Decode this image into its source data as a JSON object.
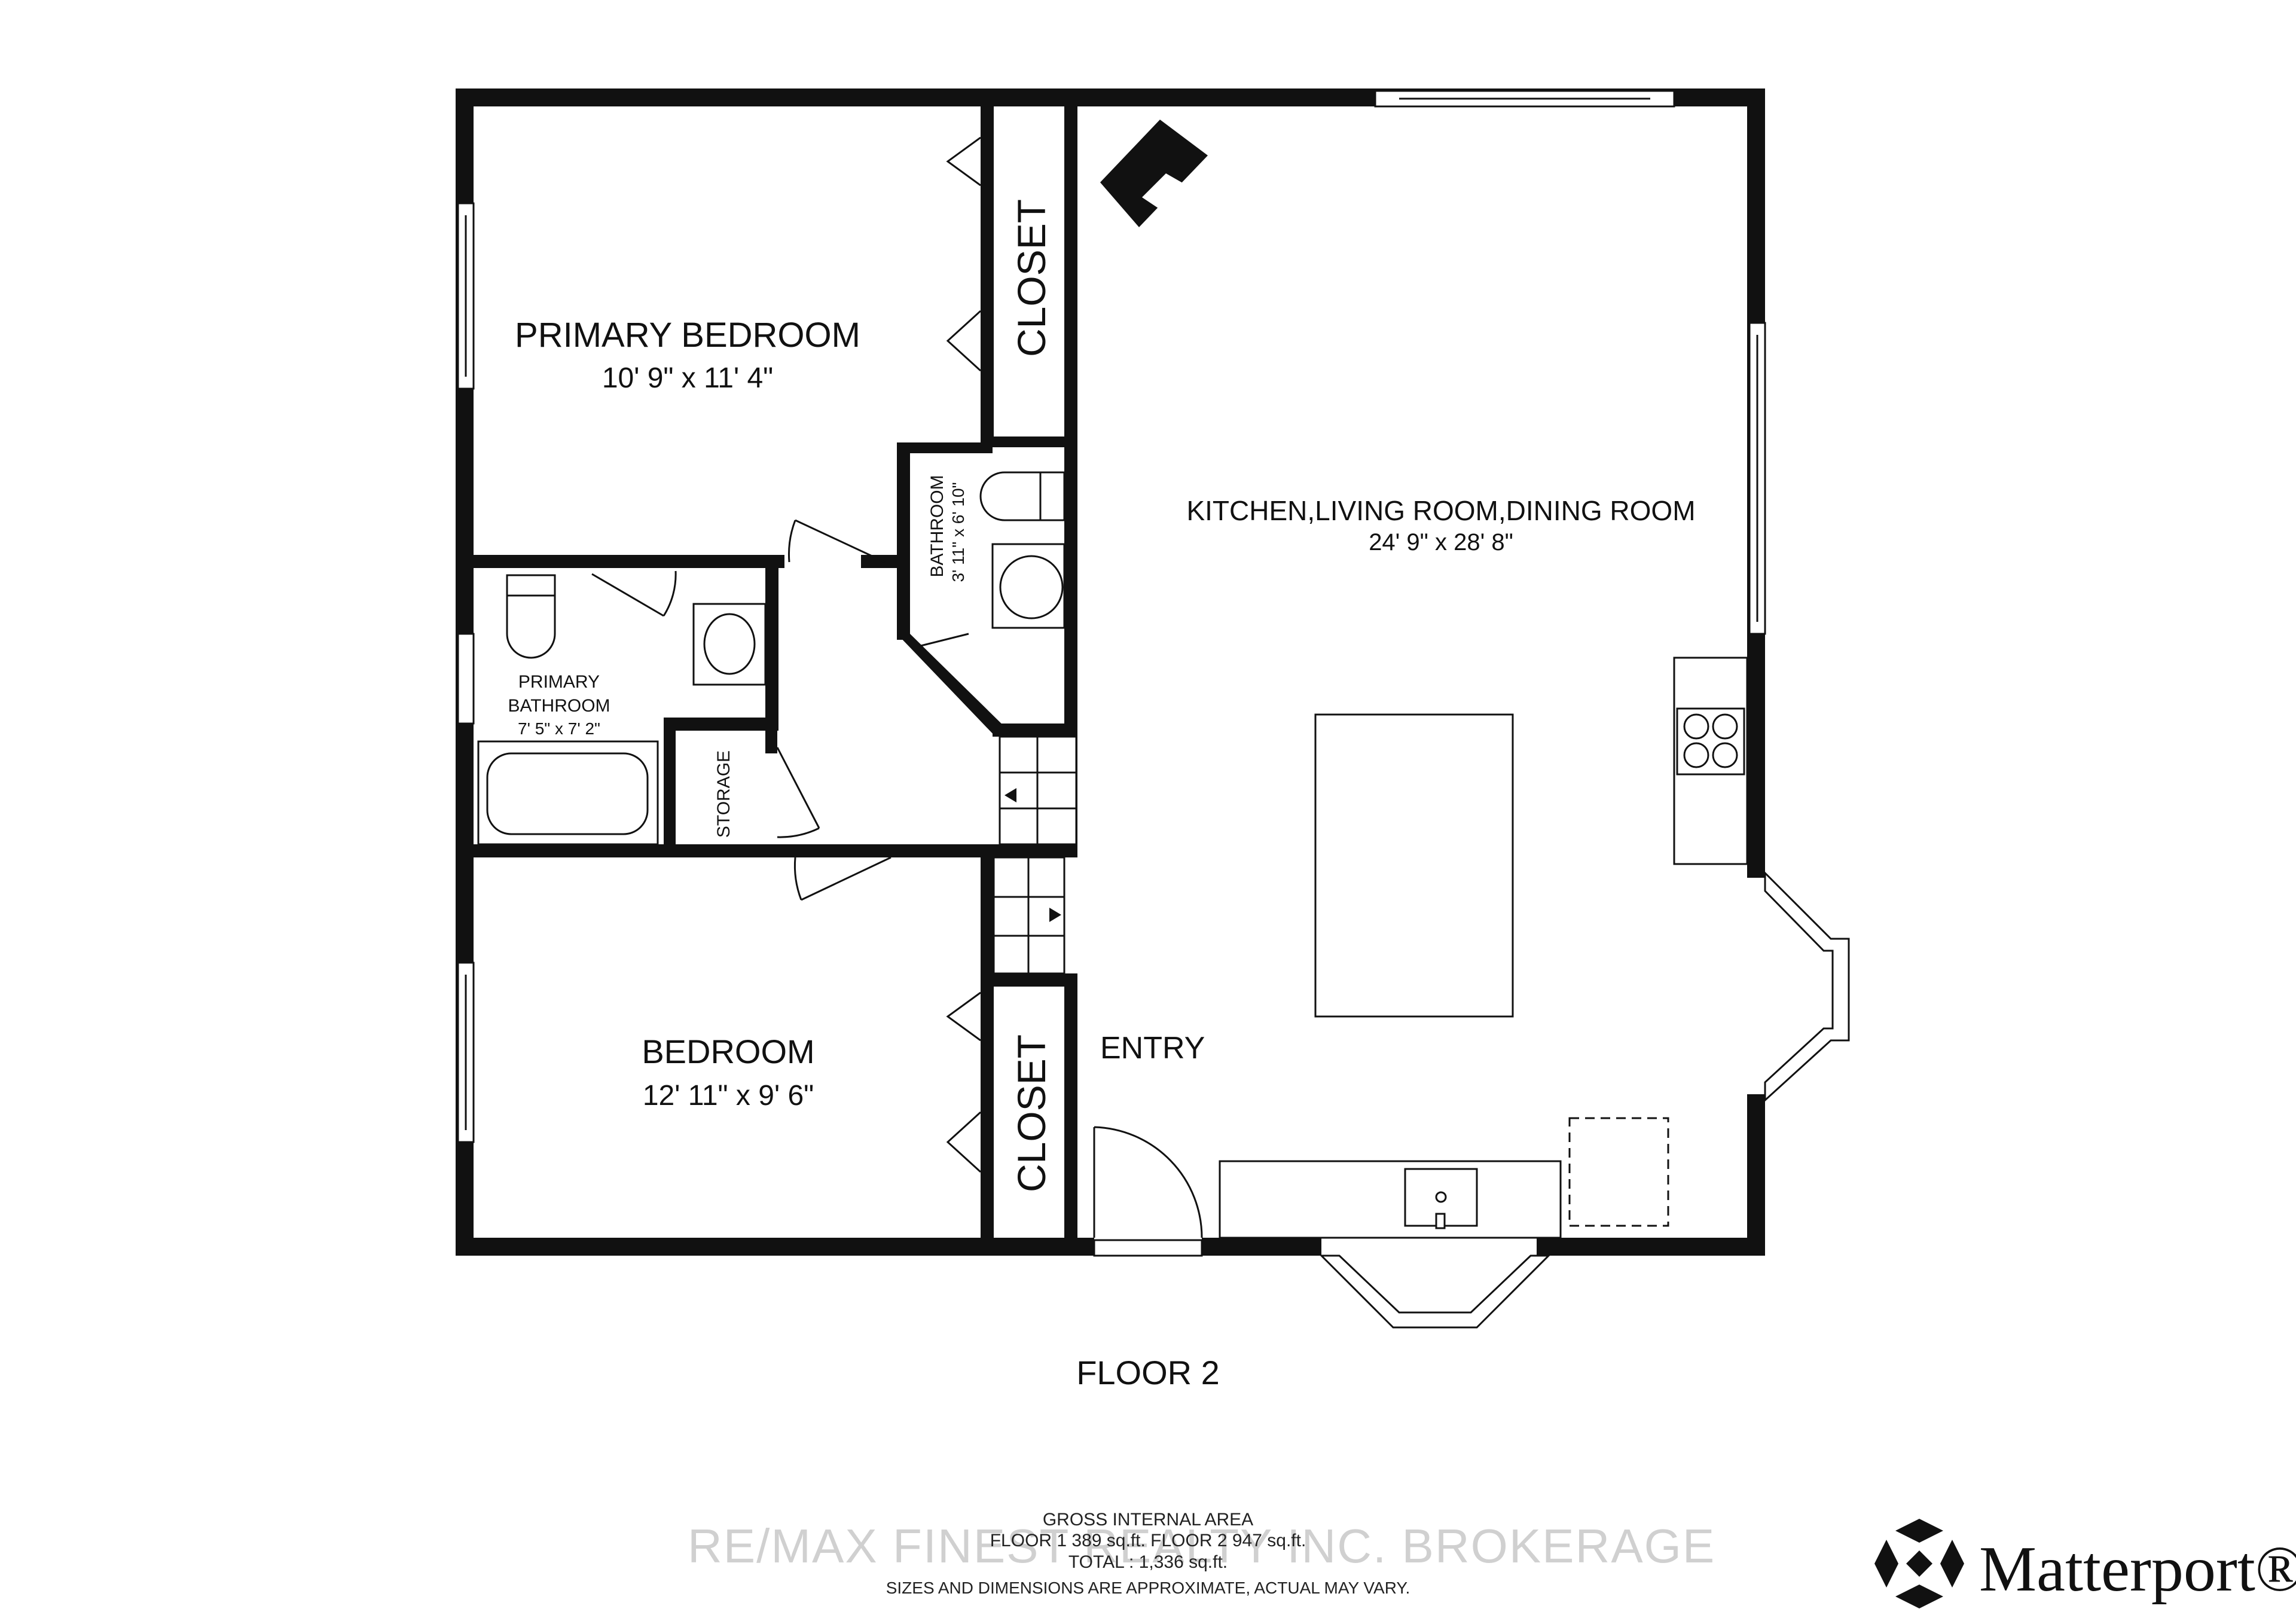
{
  "rooms": {
    "primary_bedroom": {
      "name": "PRIMARY BEDROOM",
      "dims": "10' 9\" x 11' 4\""
    },
    "closet_top": {
      "name": "CLOSET"
    },
    "bathroom": {
      "name": "BATHROOM",
      "dims": "3' 11\" x 6' 10\""
    },
    "kitchen": {
      "name": "KITCHEN,LIVING ROOM,DINING ROOM",
      "dims": "24' 9\" x 28' 8\""
    },
    "primary_bathroom": {
      "line1": "PRIMARY",
      "line2": "BATHROOM",
      "dims": "7' 5\" x 7' 2\""
    },
    "storage": {
      "name": "STORAGE"
    },
    "bedroom": {
      "name": "BEDROOM",
      "dims": "12' 11\" x 9' 6\""
    },
    "closet_bottom": {
      "name": "CLOSET"
    },
    "entry": {
      "name": "ENTRY"
    }
  },
  "floor_label": "FLOOR 2",
  "footer": {
    "gross_title": "GROSS INTERNAL AREA",
    "floor_areas": "FLOOR 1 389 sq.ft.   FLOOR 2 947 sq.ft.",
    "total": "TOTAL :  1,336 sq.ft.",
    "disclaimer": "SIZES AND DIMENSIONS ARE APPROXIMATE, ACTUAL MAY VARY."
  },
  "watermark": "RE/MAX FINEST REALTY INC. BROKERAGE",
  "brand": {
    "name": "Matterport®",
    "icon": "matterport-logo-icon"
  }
}
